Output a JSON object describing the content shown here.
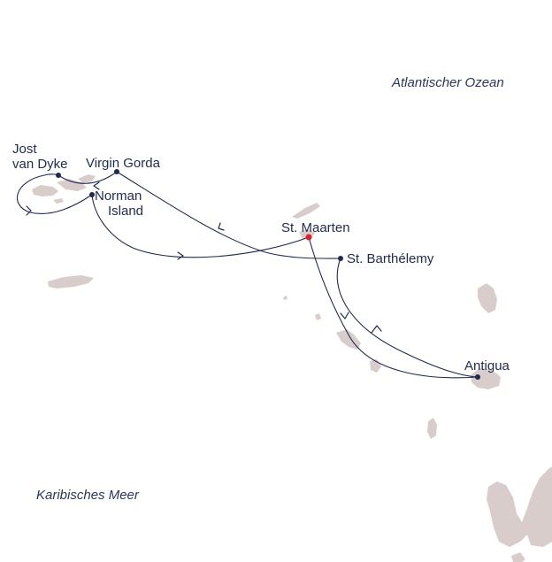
{
  "seas": {
    "atlantic": "Atlantischer Ozean",
    "caribbean": "Karibisches Meer"
  },
  "ports": {
    "jost_van_dyke_line1": "Jost",
    "jost_van_dyke_line2": "van Dyke",
    "virgin_gorda": "Virgin Gorda",
    "norman_island_line1": "Norman",
    "norman_island_line2": "Island",
    "st_maarten": "St. Maarten",
    "st_barthelemy": "St. Barthélemy",
    "antigua": "Antigua"
  },
  "colors": {
    "route": "#1e2a52",
    "land": "#d8cdca",
    "home_port": "#e0202a",
    "sea_text": "#2a3560"
  }
}
